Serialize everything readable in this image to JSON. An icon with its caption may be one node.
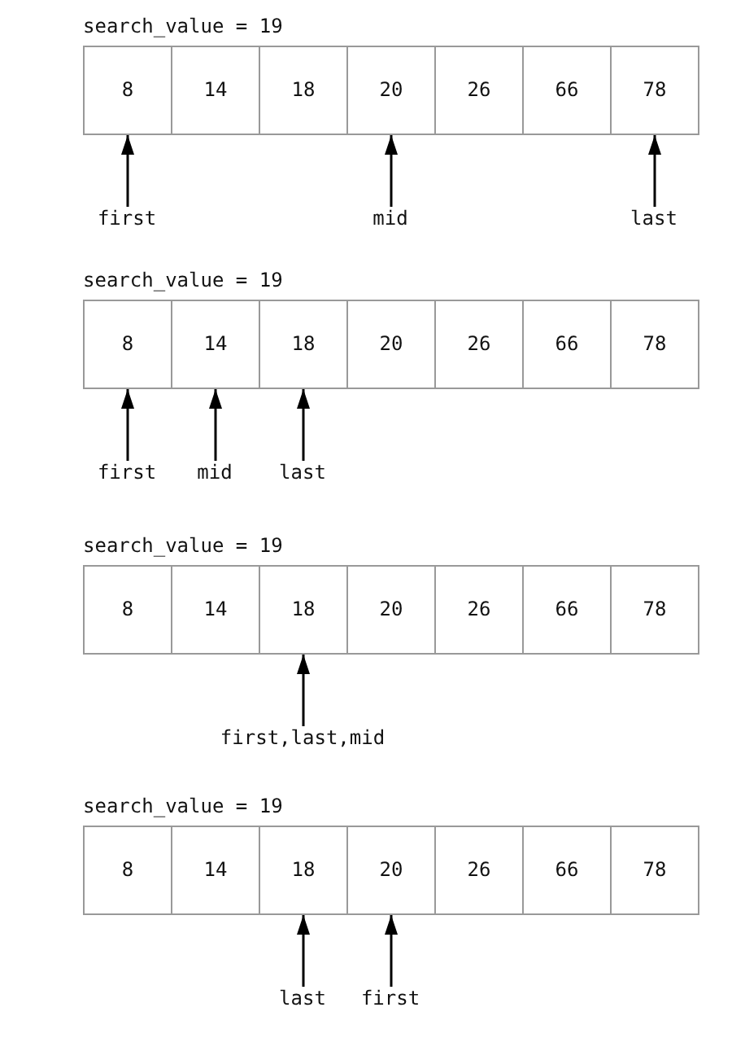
{
  "diagram": {
    "nodes": [
      {
        "text": [
          "8"
        ]
      },
      {
        "text": [
          "14"
        ]
      },
      {
        "text": [
          "18"
        ]
      },
      {
        "text": [
          "20"
        ]
      },
      {
        "text": [
          "26"
        ]
      },
      {
        "text": [
          "66"
        ]
      },
      {
        "text": [
          "78"
        ]
      },
      {
        "text": [
          "first"
        ]
      },
      {
        "text": [
          "mid"
        ]
      },
      {
        "text": [
          "last"
        ]
      },
      {
        "text": [
          "8"
        ]
      },
      {
        "text": [
          "14"
        ]
      },
      {
        "text": [
          "18"
        ]
      },
      {
        "text": [
          "20"
        ]
      },
      {
        "text": [
          "26"
        ]
      },
      {
        "text": [
          "66"
        ]
      },
      {
        "text": [
          "78"
        ]
      },
      {
        "text": [
          "first"
        ]
      },
      {
        "text": [
          "mid"
        ]
      },
      {
        "text": [
          "last"
        ]
      },
      {
        "text": [
          "8"
        ]
      },
      {
        "text": [
          "14"
        ]
      },
      {
        "text": [
          "18"
        ]
      },
      {
        "text": [
          "20"
        ]
      },
      {
        "text": [
          "26"
        ]
      },
      {
        "text": [
          "66"
        ]
      },
      {
        "text": [
          "78"
        ]
      },
      {
        "text": [
          "first,last,mid"
        ]
      },
      {
        "text": [
          "8"
        ]
      },
      {
        "text": [
          "14"
        ]
      },
      {
        "text": [
          "18"
        ]
      },
      {
        "text": [
          "20"
        ]
      },
      {
        "text": [
          "26"
        ]
      },
      {
        "text": [
          "66"
        ]
      },
      {
        "text": [
          "78"
        ]
      },
      {
        "text": [
          "last"
        ]
      },
      {
        "text": [
          "first"
        ]
      }
    ],
    "edges": [
      {
        "from": 7,
        "to": 0,
        "arrow": "to"
      },
      {
        "from": 8,
        "to": 3,
        "arrow": "to"
      },
      {
        "from": 9,
        "to": 6,
        "arrow": "to"
      },
      {
        "from": 17,
        "to": 10,
        "arrow": "to"
      },
      {
        "from": 18,
        "to": 11,
        "arrow": "to"
      },
      {
        "from": 19,
        "to": 12,
        "arrow": "to"
      },
      {
        "from": 27,
        "to": 22,
        "arrow": "to"
      },
      {
        "from": 35,
        "to": 30,
        "arrow": "to"
      },
      {
        "from": 36,
        "to": 31,
        "arrow": "to"
      }
    ],
    "labels": [
      "search_value = 19",
      "search_value = 19",
      "search_value = 19",
      "search_value = 19"
    ]
  }
}
